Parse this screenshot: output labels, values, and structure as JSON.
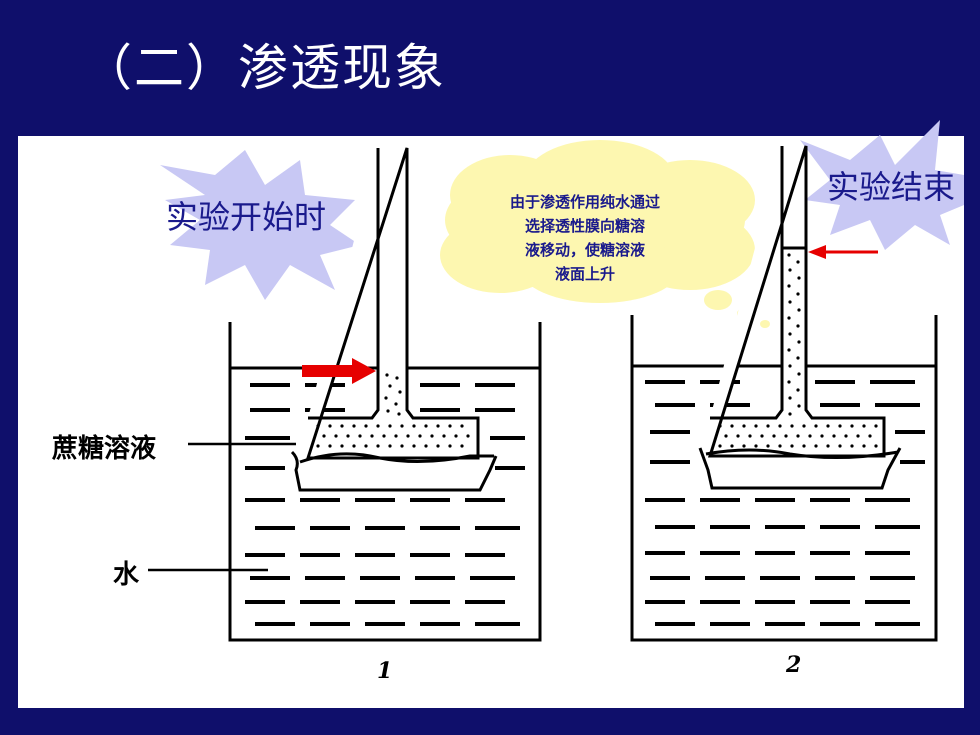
{
  "slide": {
    "title": "（二）渗透现象"
  },
  "labels": {
    "start": "实验开始时",
    "end": "实验结束",
    "sucrose": "蔗糖溶液",
    "water": "水",
    "beaker1": "1",
    "beaker2": "2"
  },
  "cloud": {
    "lines": [
      "由于渗透作用纯水通过",
      "选择透性膜向糖溶",
      "液移动，使糖溶液",
      "液面上升"
    ]
  },
  "colors": {
    "background": "#0f0f6b",
    "burst": "#c8c8f4",
    "cloud": "#fdf7b0",
    "arrow": "#e60000",
    "label_text": "#1a1a8c"
  }
}
